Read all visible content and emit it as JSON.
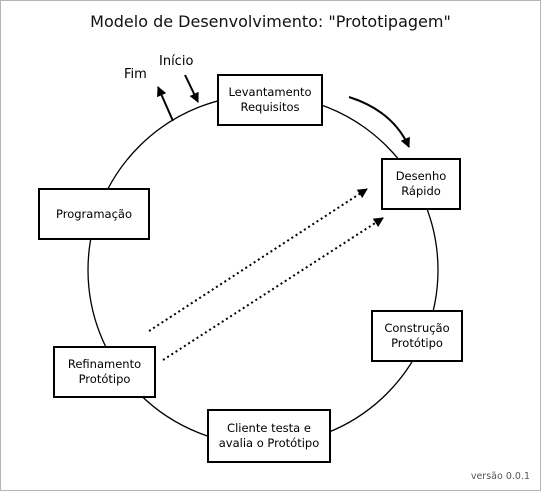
{
  "title": "Modelo de Desenvolvimento: \"Prototipagem\"",
  "labels": {
    "start": "Início",
    "end": "Fim"
  },
  "steps": [
    {
      "id": "levantamento",
      "lines": [
        "Levantamento",
        "Requisitos"
      ]
    },
    {
      "id": "desenho",
      "lines": [
        "Desenho",
        "Rápido"
      ]
    },
    {
      "id": "construcao",
      "lines": [
        "Construção",
        "Protótipo"
      ]
    },
    {
      "id": "cliente",
      "lines": [
        "Cliente testa e",
        "avalia o Protótipo"
      ]
    },
    {
      "id": "refinamento",
      "lines": [
        "Refinamento",
        "Protótipo"
      ]
    },
    {
      "id": "programacao",
      "lines": [
        "Programação"
      ]
    }
  ],
  "version": "versão 0.0.1"
}
